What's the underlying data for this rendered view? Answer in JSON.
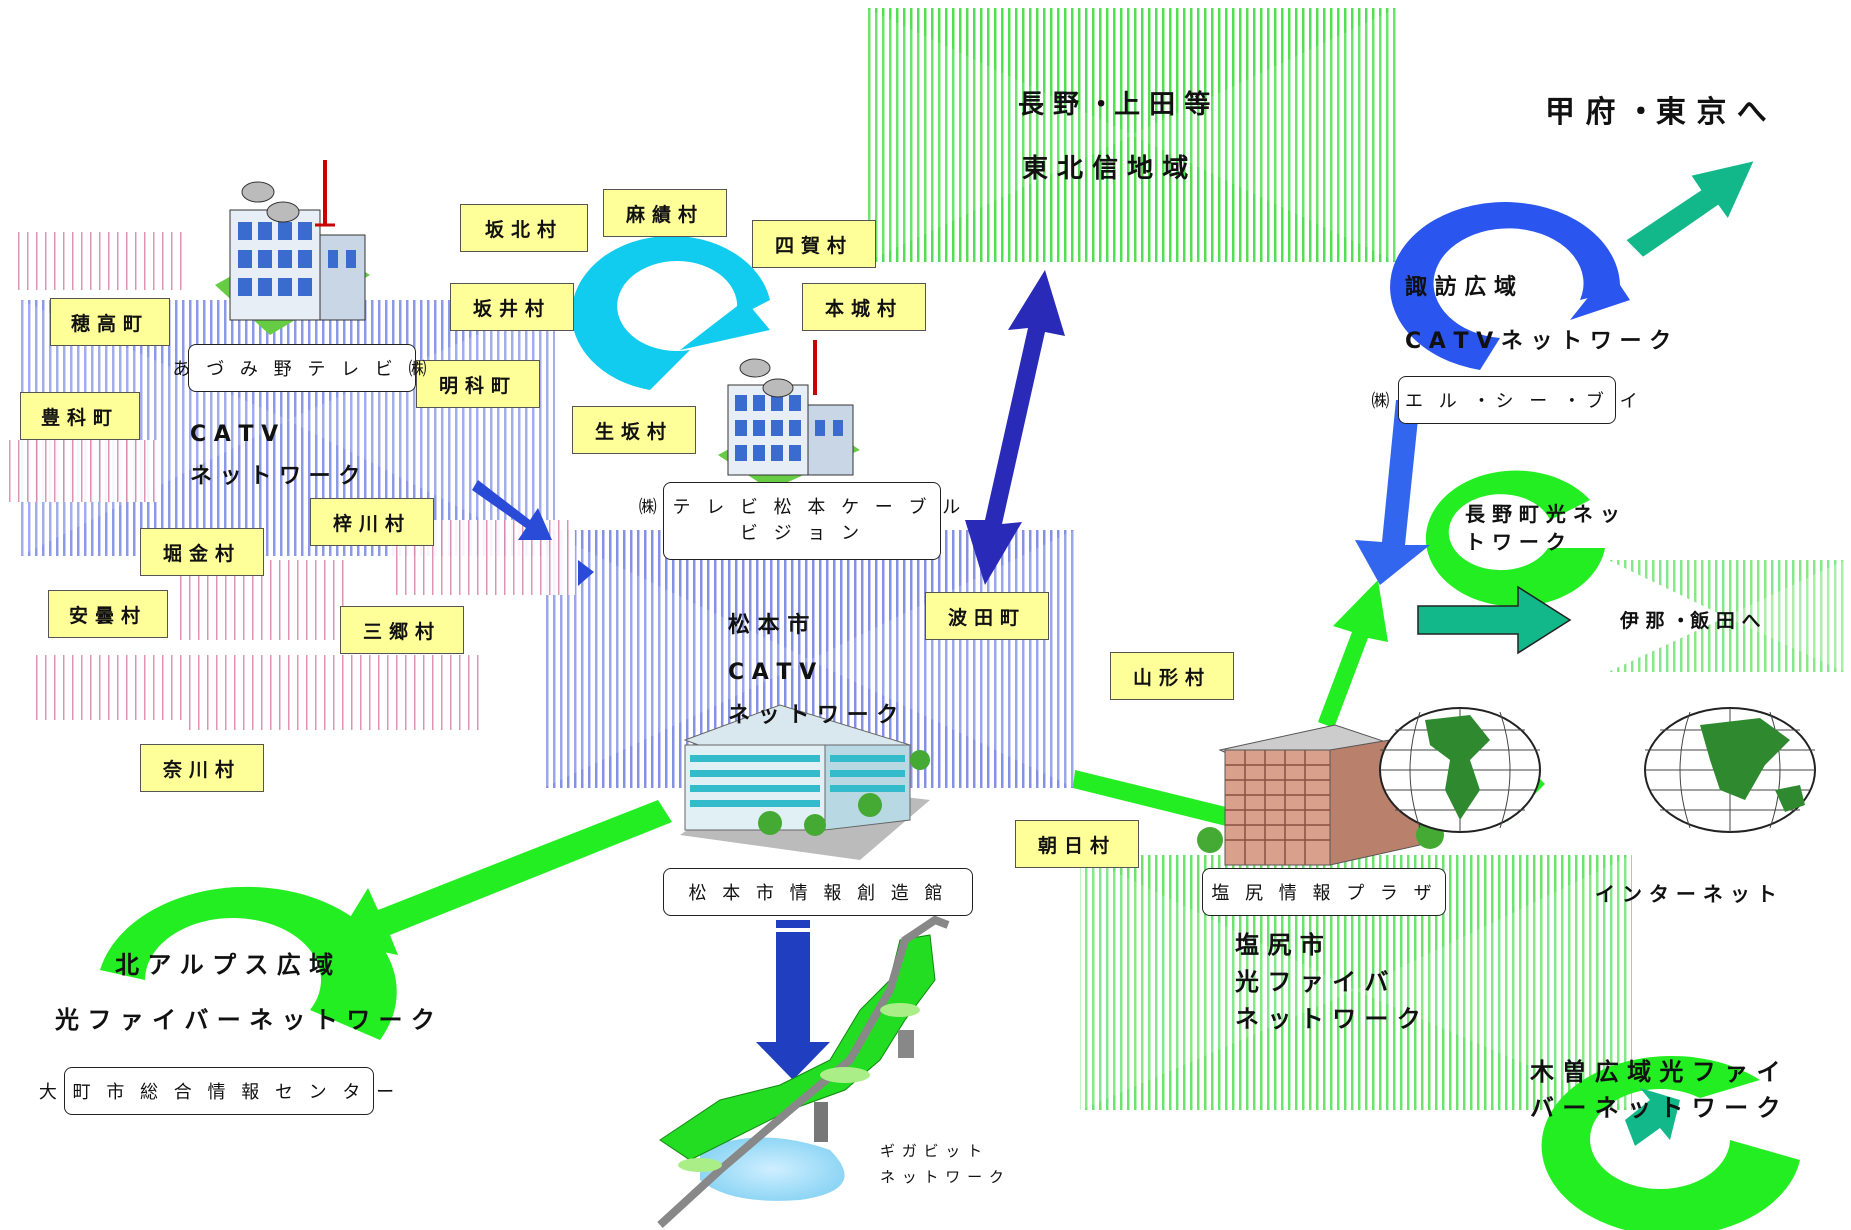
{
  "regions": {
    "nagano_ueda": "長 野 ・上 田 等",
    "tohokushin": "東 北 信 地 域",
    "kofu_tokyo": "甲 府 ・東 京 へ",
    "suwa_title": "諏 訪 広 域",
    "suwa_net": "C A T V ネ ッ ト ワ ー ク",
    "nagano_town_1": "長 野 町 光 ネ ッ",
    "nagano_town_2": "ト ワ ー ク",
    "ina_iida": "伊 那 ・飯 田 へ",
    "internet": "イ ン タ ー ネ ッ ト",
    "shiojiri_1": "塩 尻 市",
    "shiojiri_2": "光 フ ァ イ バ",
    "shiojiri_3": "ネ ッ ト ワ ー ク",
    "kiso_1": "木 曽 広 域 光 フ ァ イ",
    "kiso_2": "バ ー ネ ッ ト ワ ー ク",
    "north_alps_1": "北 ア ル プ ス 広 域",
    "north_alps_2": "光 フ ァ イ バ ー ネ ッ ト ワ ー ク",
    "azumino_catv_1": "C A T V",
    "azumino_catv_2": "ネ ッ ト ワ ー ク",
    "matsumoto_1": "松 本 市",
    "matsumoto_2": "C A T V",
    "matsumoto_3": "ネ ッ ト ワ ー ク",
    "gigabit_1": "ギ ガ ビ ッ ト",
    "gigabit_2": "ネ ッ ト ワ ー ク"
  },
  "villages": {
    "sakakita": "坂北村",
    "omi": "麻績村",
    "shiga": "四賀村",
    "sakai": "坂井村",
    "honjo": "本城村",
    "hotaka": "穂高町",
    "akashina": "明科町",
    "toyoshina": "豊科町",
    "ikusaka": "生坂村",
    "azusagawa": "梓川村",
    "horigane": "堀金村",
    "azumi": "安曇村",
    "misato": "三郷村",
    "narakawa": "奈川村",
    "hata": "波田町",
    "yamagata": "山形村",
    "asahi": "朝日村"
  },
  "facilities": {
    "azumino_tv": "あ づ み 野 テ レ ビ ㈱",
    "tv_matsumoto_1": "㈱ テ レ ビ 松 本 ケ ー ブ ル",
    "tv_matsumoto_2": "ビ ジ ョ ン",
    "lcv": "㈱ エ ル ・シ ー ・ブ イ",
    "info_souzoukan": "松 本 市 情 報 創 造 館",
    "shiojiri_plaza": "塩 尻 情 報 プ ラ ザ",
    "omachi_center": "大 町 市 総 合 情 報 セ ン タ ー"
  },
  "colors": {
    "green_arrow": "#22ee22",
    "blue_arrow": "#2a2ab8",
    "cyan_ring": "#11ccee",
    "teal_arrow": "#13b88a",
    "blue_ring": "#2a55ee",
    "label_fill": "#ffff99"
  }
}
